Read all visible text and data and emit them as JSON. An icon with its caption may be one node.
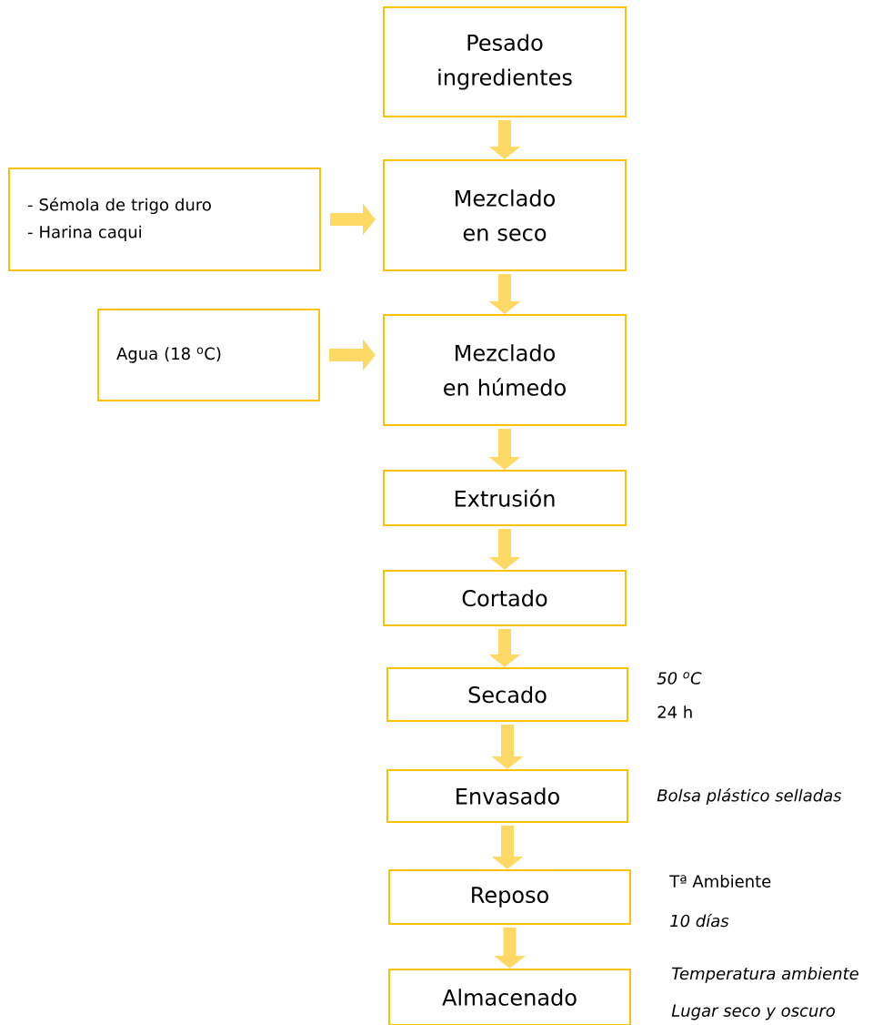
{
  "diagram": {
    "nodes": [
      {
        "text": [
          "Pesado ingredientes"
        ]
      },
      {
        "text": [
          "- Sémola de trigo duro",
          "- Harina caqui"
        ]
      },
      {
        "text": [
          "Mezclado en seco"
        ]
      },
      {
        "text": [
          "Agua (18 $^{o}$C)"
        ]
      },
      {
        "text": [
          "Mezclado  en húmedo"
        ]
      },
      {
        "text": [
          "Extrusión"
        ]
      },
      {
        "text": [
          "Cortado"
        ]
      },
      {
        "text": [
          "Secado"
        ],
        "beside": [
          "50 $^{o}$C",
          "24 h"
        ]
      },
      {
        "text": [
          "Envasado"
        ],
        "beside": [
          "Bolsa plástico selladas"
        ]
      },
      {
        "text": [
          "Reposo"
        ],
        "beside": [
          "Tª Ambiente",
          "10 días"
        ]
      },
      {
        "text": [
          "Almacenado"
        ],
        "beside": [
          "Temperatura ambiente",
          "Lugar seco y oscuro"
        ]
      }
    ],
    "edges": [
      {
        "from": 0,
        "to": 2,
        "arrow": "to"
      },
      {
        "from": 1,
        "to": 2,
        "arrow": "to"
      },
      {
        "from": 2,
        "to": 4,
        "arrow": "to"
      },
      {
        "from": 3,
        "to": 4,
        "arrow": "to"
      },
      {
        "from": 4,
        "to": 5,
        "arrow": "to"
      },
      {
        "from": 5,
        "to": 6,
        "arrow": "to"
      },
      {
        "from": 6,
        "to": 7,
        "arrow": "to"
      },
      {
        "from": 7,
        "to": 8,
        "arrow": "to"
      },
      {
        "from": 8,
        "to": 9,
        "arrow": "to"
      },
      {
        "from": 9,
        "to": 10,
        "arrow": "to"
      }
    ]
  }
}
